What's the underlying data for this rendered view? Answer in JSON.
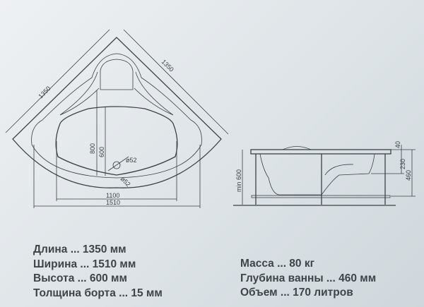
{
  "top_view": {
    "dim_side_left": "1350",
    "dim_side_right": "1350",
    "dim_depth_outer": "800",
    "dim_depth_inner": "600",
    "dim_drain": "ø52",
    "dim_overflow": "ø52",
    "dim_inner_width": "1100",
    "dim_outer_width": "1510"
  },
  "side_view": {
    "dim_min_height": "min 600",
    "dim_rim": "40",
    "dim_seat": "230",
    "dim_depth": "460"
  },
  "specs_left": [
    "Длина ... 1350 мм",
    "Ширина ... 1510 мм",
    "Высота ... 600 мм",
    "Толщина борта ... 15 мм"
  ],
  "specs_right": [
    "Масса ... 80 кг",
    "Глубина ванны ... 460 мм",
    "Объем ... 170 литров"
  ]
}
